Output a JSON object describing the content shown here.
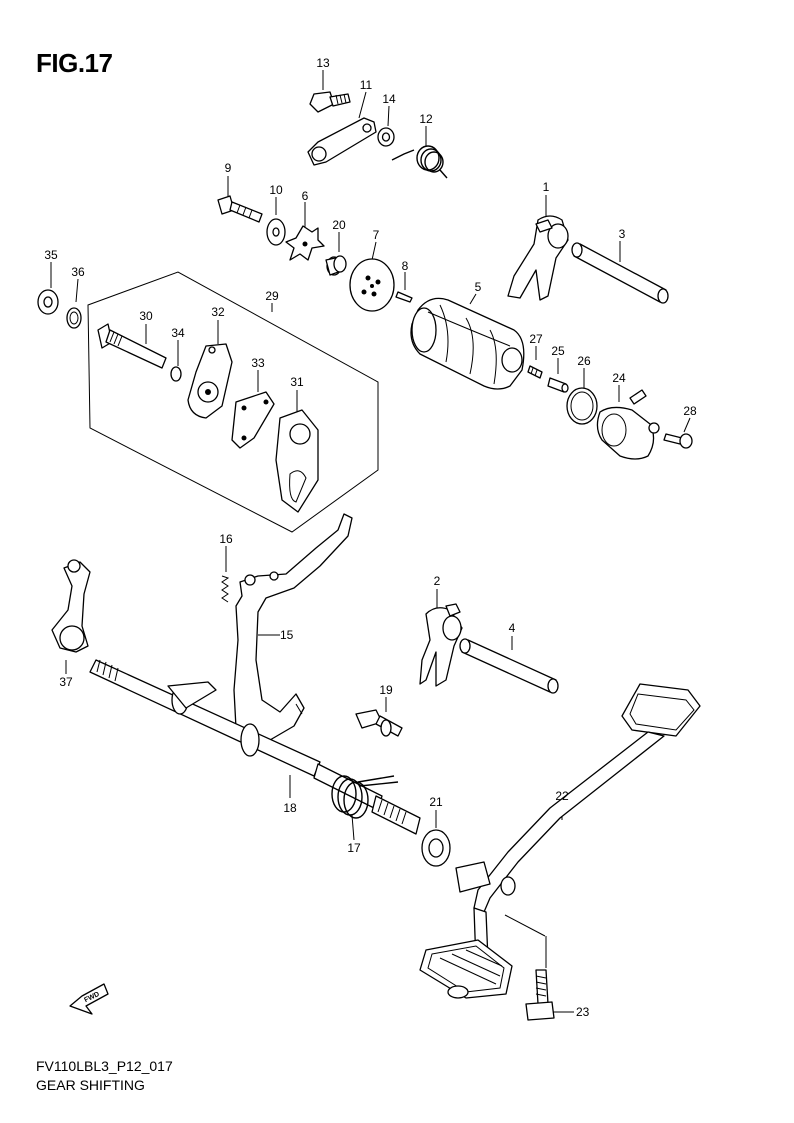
{
  "figure_title": "FIG.17",
  "drawing_code": "FV110LBL3_P12_017",
  "section_name": "GEAR SHIFTING",
  "fwd_arrow_label": "FWD",
  "part_labels": [
    "1",
    "2",
    "3",
    "4",
    "5",
    "6",
    "7",
    "8",
    "9",
    "10",
    "11",
    "12",
    "13",
    "14",
    "15",
    "16",
    "17",
    "18",
    "19",
    "20",
    "21",
    "22",
    "23",
    "24",
    "25",
    "26",
    "27",
    "28",
    "29",
    "30",
    "31",
    "32",
    "33",
    "34",
    "35",
    "36",
    "37"
  ]
}
